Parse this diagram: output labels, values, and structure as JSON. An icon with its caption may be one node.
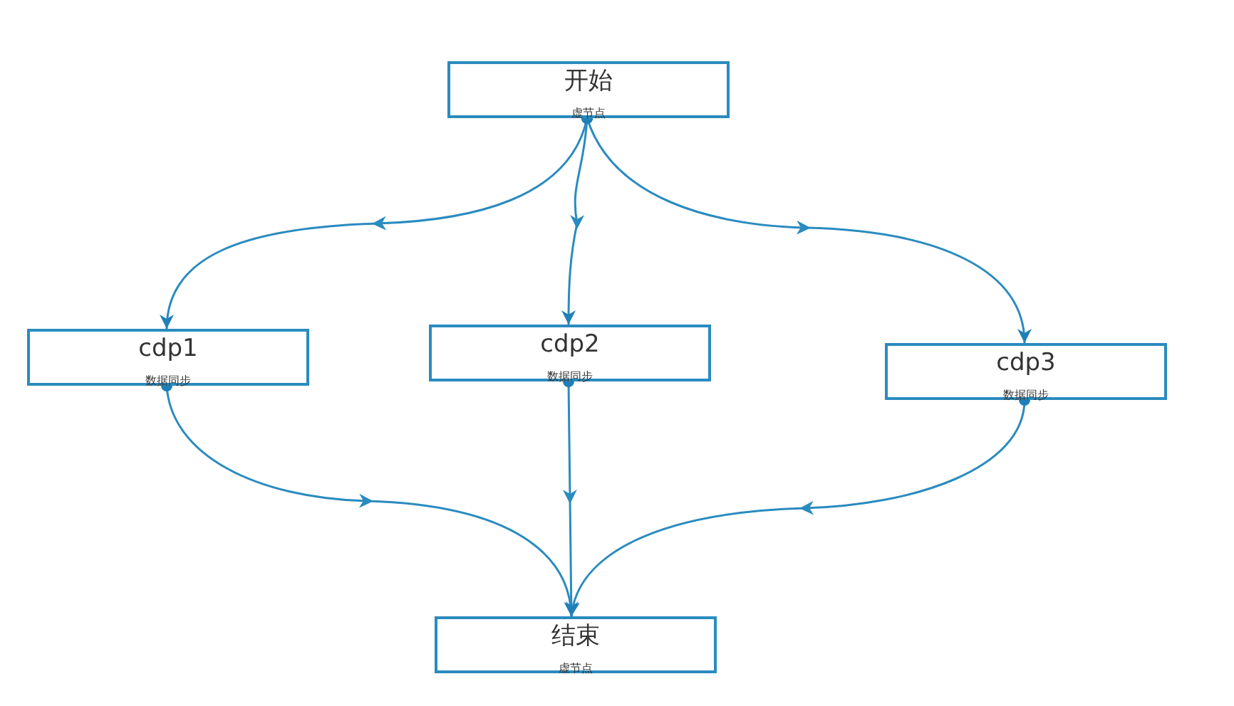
{
  "diagram": {
    "nodes": [
      {
        "text": [
          "开始",
          "虚节点"
        ]
      },
      {
        "text": [
          "cdp1",
          "数据同步"
        ]
      },
      {
        "text": [
          "cdp2",
          "数据同步"
        ]
      },
      {
        "text": [
          "cdp3",
          "数据同步"
        ]
      },
      {
        "text": [
          "结束",
          "虚节点"
        ]
      }
    ],
    "edges": [
      {
        "from": 0,
        "to": 1,
        "arrow": "to"
      },
      {
        "from": 0,
        "to": 2,
        "arrow": "to"
      },
      {
        "from": 0,
        "to": 3,
        "arrow": "to"
      },
      {
        "from": 1,
        "to": 4,
        "arrow": "to"
      },
      {
        "from": 2,
        "to": 4,
        "arrow": "to"
      },
      {
        "from": 3,
        "to": 4,
        "arrow": "to"
      }
    ]
  }
}
